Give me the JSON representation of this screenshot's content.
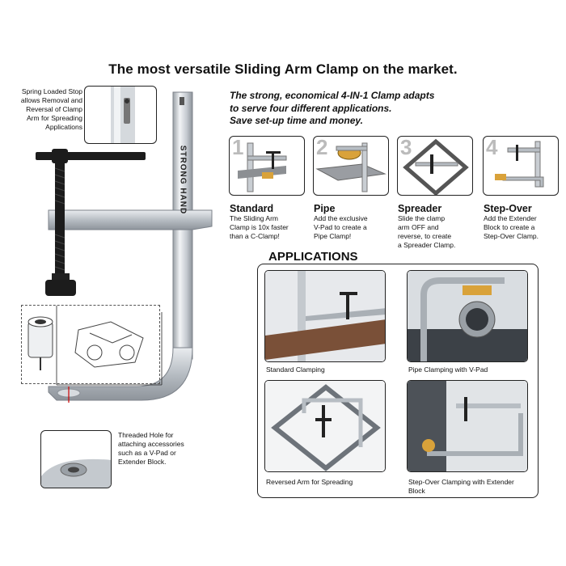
{
  "headline": "The most versatile Sliding Arm Clamp on the market.",
  "lead_lines": [
    "The strong, economical 4-IN-1 Clamp adapts",
    "to serve four different applications.",
    "Save set-up time and money."
  ],
  "clamp": {
    "brand_text": "STRONG HAND",
    "spring_stop_note": "Spring Loaded Stop\nallows Removal and\nReversal of Clamp\nArm for Spreading\nApplications",
    "threaded_hole_note": "Threaded Hole for\nattaching accessories\nsuch as a V-Pad or\nExtender Block."
  },
  "modes": [
    {
      "number": "1",
      "name": "Standard",
      "desc": "The Sliding Arm\nClamp is 10x faster\nthan a C-Clamp!"
    },
    {
      "number": "2",
      "name": "Pipe",
      "desc": "Add the exclusive\nV-Pad to create a\nPipe Clamp!"
    },
    {
      "number": "3",
      "name": "Spreader",
      "desc": "Slide the clamp\narm OFF and\nreverse, to create\na Spreader Clamp."
    },
    {
      "number": "4",
      "name": "Step-Over",
      "desc": "Add the Extender\nBlock to create a\nStep-Over Clamp."
    }
  ],
  "applications": {
    "title": "APPLICATIONS",
    "photos": [
      {
        "caption": "Standard Clamping"
      },
      {
        "caption": "Pipe Clamping with V-Pad"
      },
      {
        "caption": "Reversed Arm for Spreading"
      },
      {
        "caption": "Step-Over Clamping with Extender\nBlock"
      }
    ]
  },
  "colors": {
    "steel": "#c9ced3",
    "steel_dark": "#8a9097",
    "black_part": "#1c1c1c",
    "orange_pad": "#d9a23a"
  }
}
